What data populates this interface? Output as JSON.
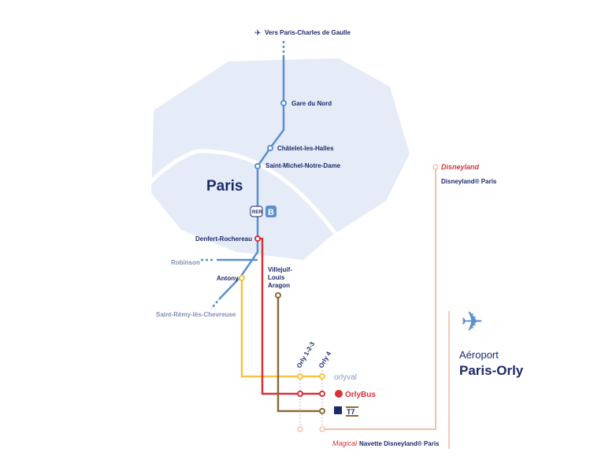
{
  "colors": {
    "rer_b": "#5b8fd0",
    "orlyval": "#f2c548",
    "orlybus": "#d8323a",
    "t7": "#8a6a3a",
    "shuttle": "#f0a890",
    "navy": "#1d2a6b",
    "paris_area": "#e5ecf8"
  },
  "city_label": "Paris",
  "rer": {
    "badge": "RER",
    "line": "B"
  },
  "destinations": {
    "cdg": "Vers Paris-Charles de Gaulle",
    "robinson": "Robinson",
    "st_remy": "Saint-Rémy-lès-Chevreuse",
    "disneyland": "Disneyland® Paris",
    "disney_logo": "Disneyland"
  },
  "stations": {
    "gare_du_nord": "Gare du Nord",
    "chatelet": "Châtelet-les-Halles",
    "st_michel": "Saint-Michel-Notre-Dame",
    "denfert": "Denfert-Rochereau",
    "antony": "Antony",
    "villejuif_1": "Villejuif-",
    "villejuif_2": "Louis",
    "villejuif_3": "Aragon"
  },
  "terminals": {
    "t123": "Orly 1-2-3",
    "t4": "Orly 4"
  },
  "services": {
    "orlyval": "orlyval",
    "orlybus": "OrlyBus",
    "t7": "T7",
    "navette": "Navette Disneyland® Paris",
    "magical": "Magical"
  },
  "airport": {
    "line1": "Aéroport",
    "line2": "Paris-Orly"
  }
}
